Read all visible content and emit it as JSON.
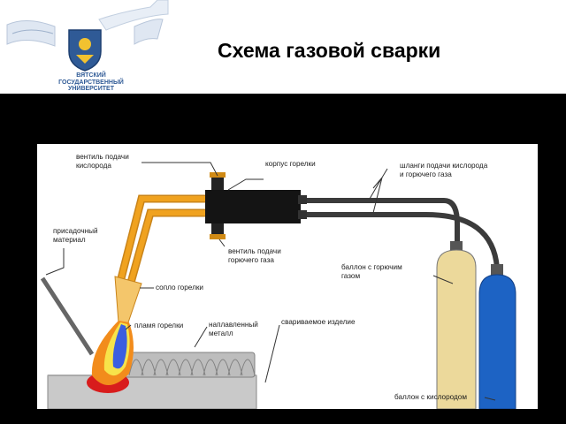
{
  "header": {
    "title": "Схема газовой сварки",
    "logo_lines": [
      "ВЯТСКИЙ",
      "ГОСУДАРСТВЕННЫЙ",
      "УНИВЕРСИТЕТ"
    ]
  },
  "diagram": {
    "labels": {
      "oxygen_valve": [
        "вентиль подачи",
        "кислорода"
      ],
      "torch_body": "корпус горелки",
      "hoses": [
        "шланги подачи кислорода",
        "и горючего газа"
      ],
      "filler": [
        "присадочный",
        "материал"
      ],
      "fuel_valve": [
        "вентиль подачи",
        "горючего газа"
      ],
      "fuel_cylinder": [
        "баллон с горючим",
        "газом"
      ],
      "nozzle": "сопло горелки",
      "flame": "пламя горелки",
      "deposited": [
        "наплавленный",
        "металл"
      ],
      "workpiece": "свариваемое изделие",
      "oxygen_cylinder": "баллон с кислородом"
    },
    "colors": {
      "tube": "#f0a21f",
      "tube_light": "#f9d27a",
      "nozzle": "#f4c66b",
      "body": "#141414",
      "hose": "#3b3b3b",
      "fuel_cylinder": "#ecd99b",
      "oxygen_cylinder": "#1d63c4",
      "metal": "#c9c9c9",
      "flame_outer": "#f28c1c",
      "flame_inner": "#3b5ee0"
    }
  }
}
